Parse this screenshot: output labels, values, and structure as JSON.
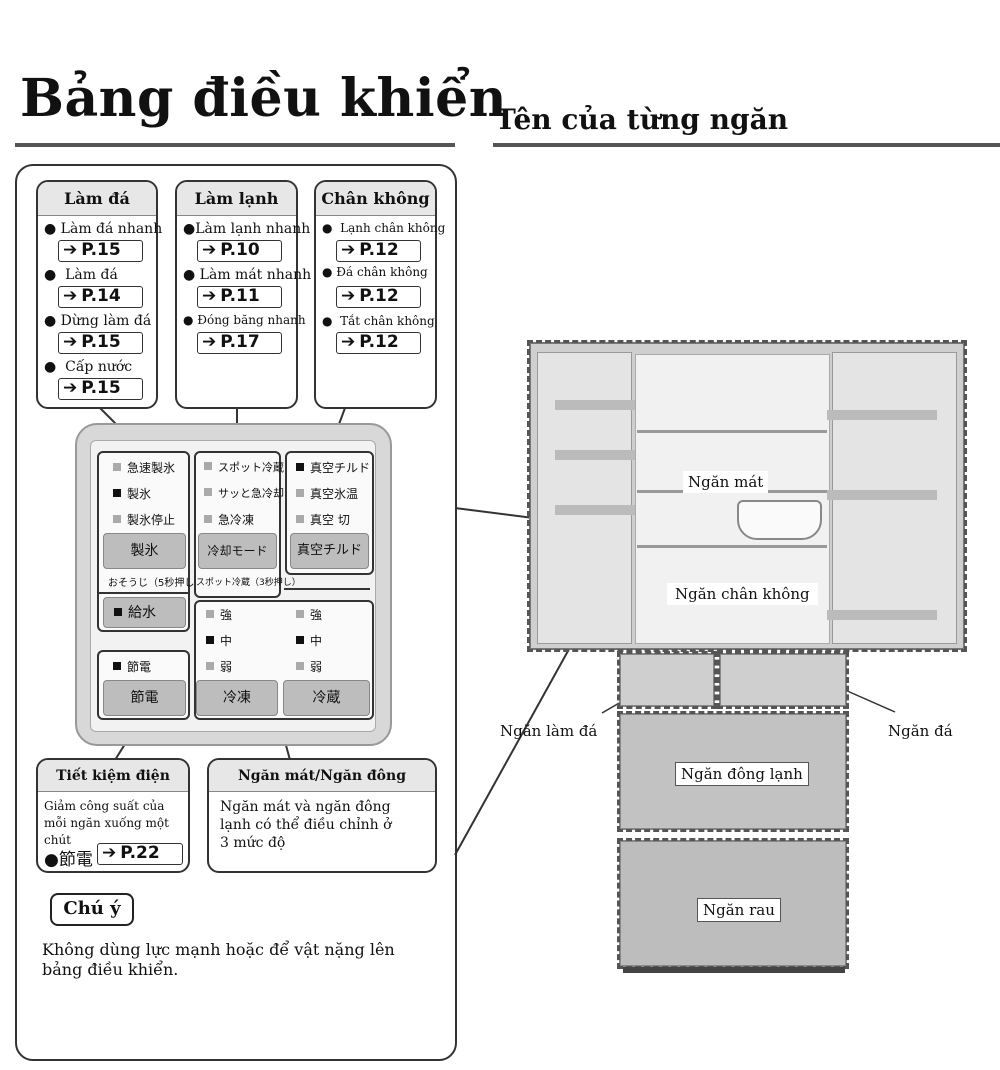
{
  "left_title": "Bảng điều khiển",
  "right_title": "Tên của từng ngăn",
  "ice": {
    "title": "Làm đá",
    "items": [
      "Làm đá nhanh",
      "Làm đá",
      "Dừng làm đá",
      "Cấp nước"
    ],
    "refs": [
      "P.15",
      "P.14",
      "P.15",
      "P.15"
    ]
  },
  "cool": {
    "title": "Làm lạnh",
    "items": [
      "Làm lạnh nhanh",
      "Làm mát nhanh",
      "Đóng băng nhanh"
    ],
    "refs": [
      "P.10",
      "P.11",
      "P.17"
    ]
  },
  "vac": {
    "title": "Chân không",
    "items": [
      "Lạnh chân không",
      "Đá chân không",
      "Tắt chân không"
    ],
    "refs": [
      "P.12",
      "P.12",
      "P.12"
    ]
  },
  "panel": {
    "ice_opts": [
      "急速製氷",
      "製氷",
      "製氷停止"
    ],
    "ice_btn": "製氷",
    "ice_note": "おそうじ（5秒押し）",
    "water": "給水",
    "cool_opts": [
      "スポット冷蔵",
      "サッと急冷却",
      "急冷凍"
    ],
    "cool_btn": "冷却モード",
    "cool_note": "スポット冷蔵（3秒押し）",
    "vac_opts": [
      "真空チルド",
      "真空氷温",
      "真空 切"
    ],
    "vac_btn": "真空チルド",
    "save": "節電",
    "save_btn": "節電",
    "temp_left": [
      "強",
      "中",
      "弱"
    ],
    "temp_right": [
      "強",
      "中",
      "弱"
    ],
    "freeze_btn": "冷凍",
    "fridge_btn": "冷蔵"
  },
  "eco": {
    "title": "Tiết kiệm điện",
    "body": "Giảm công suất của mỗi ngăn xuống một chút",
    "key": "節電",
    "ref": "P.22"
  },
  "mode": {
    "title": "Ngăn mát/Ngăn đông",
    "body": "Ngăn mát và ngăn đông lạnh có thể điều chỉnh ở 3 mức độ"
  },
  "caution": {
    "label": "Chú ý",
    "text": "Không dùng lực mạnh hoặc để vật nặng lên bảng điều khiển."
  },
  "fridge": {
    "fresh": "Ngăn mát",
    "vacuum": "Ngăn chân không",
    "ice_maker": "Ngăn làm đá",
    "ice": "Ngăn đá",
    "freezer": "Ngăn đông lạnh",
    "veg": "Ngăn rau"
  }
}
